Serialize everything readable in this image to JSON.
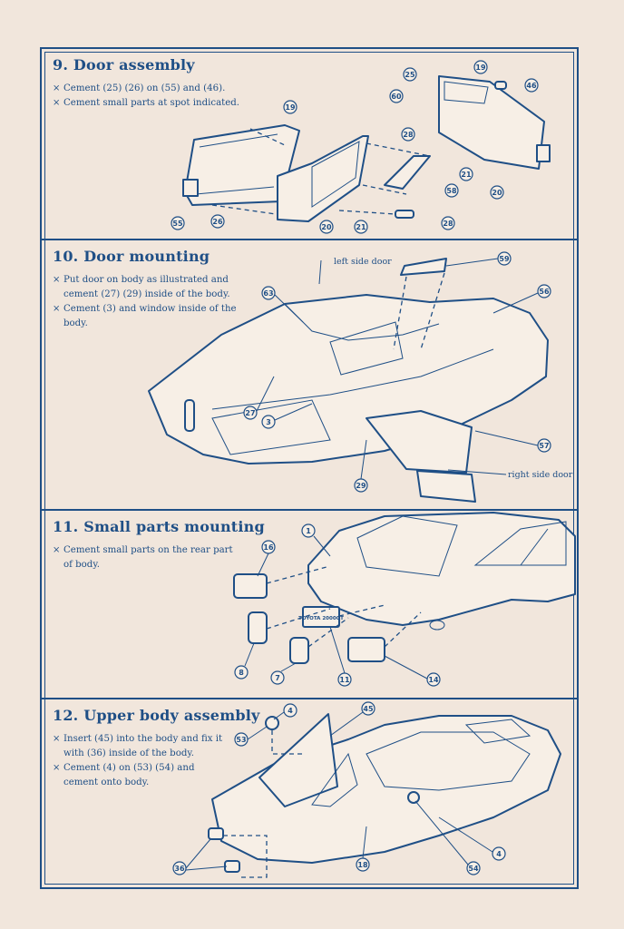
{
  "sections": [
    {
      "title": "9. Door assembly",
      "notes": [
        "Cement (25) (26) on (55) and (46).",
        "Cement small parts at spot indicated."
      ]
    },
    {
      "title": "10. Door mounting",
      "notes": [
        "Put door on body as illustrated and cement (27) (29) inside of the body.",
        "Cement (3) and window inside of the body."
      ],
      "labels": {
        "left_door": "left side door",
        "right_door": "right side door"
      }
    },
    {
      "title": "11. Small parts mounting",
      "notes": [
        "Cement small parts on the rear part of body."
      ],
      "plate_text": "TOYOTA 2000GT"
    },
    {
      "title": "12. Upper body assembly",
      "notes": [
        "Insert (45) into the body and fix it with (36) inside of the body.",
        "Cement (4) on (53) (54) and cement onto body."
      ]
    }
  ],
  "callouts": {
    "s9": [
      "25",
      "19",
      "46",
      "60",
      "28",
      "21",
      "20",
      "58",
      "55",
      "26",
      "20",
      "21",
      "28",
      "19"
    ],
    "s10": [
      "59",
      "56",
      "63",
      "27",
      "3",
      "57",
      "29"
    ],
    "s11": [
      "1",
      "16",
      "8",
      "7",
      "11",
      "14"
    ],
    "s12": [
      "4",
      "45",
      "53",
      "18",
      "54",
      "4",
      "36"
    ]
  },
  "colors": {
    "ink": "#1f4f86",
    "paper": "#f1e6dc"
  }
}
